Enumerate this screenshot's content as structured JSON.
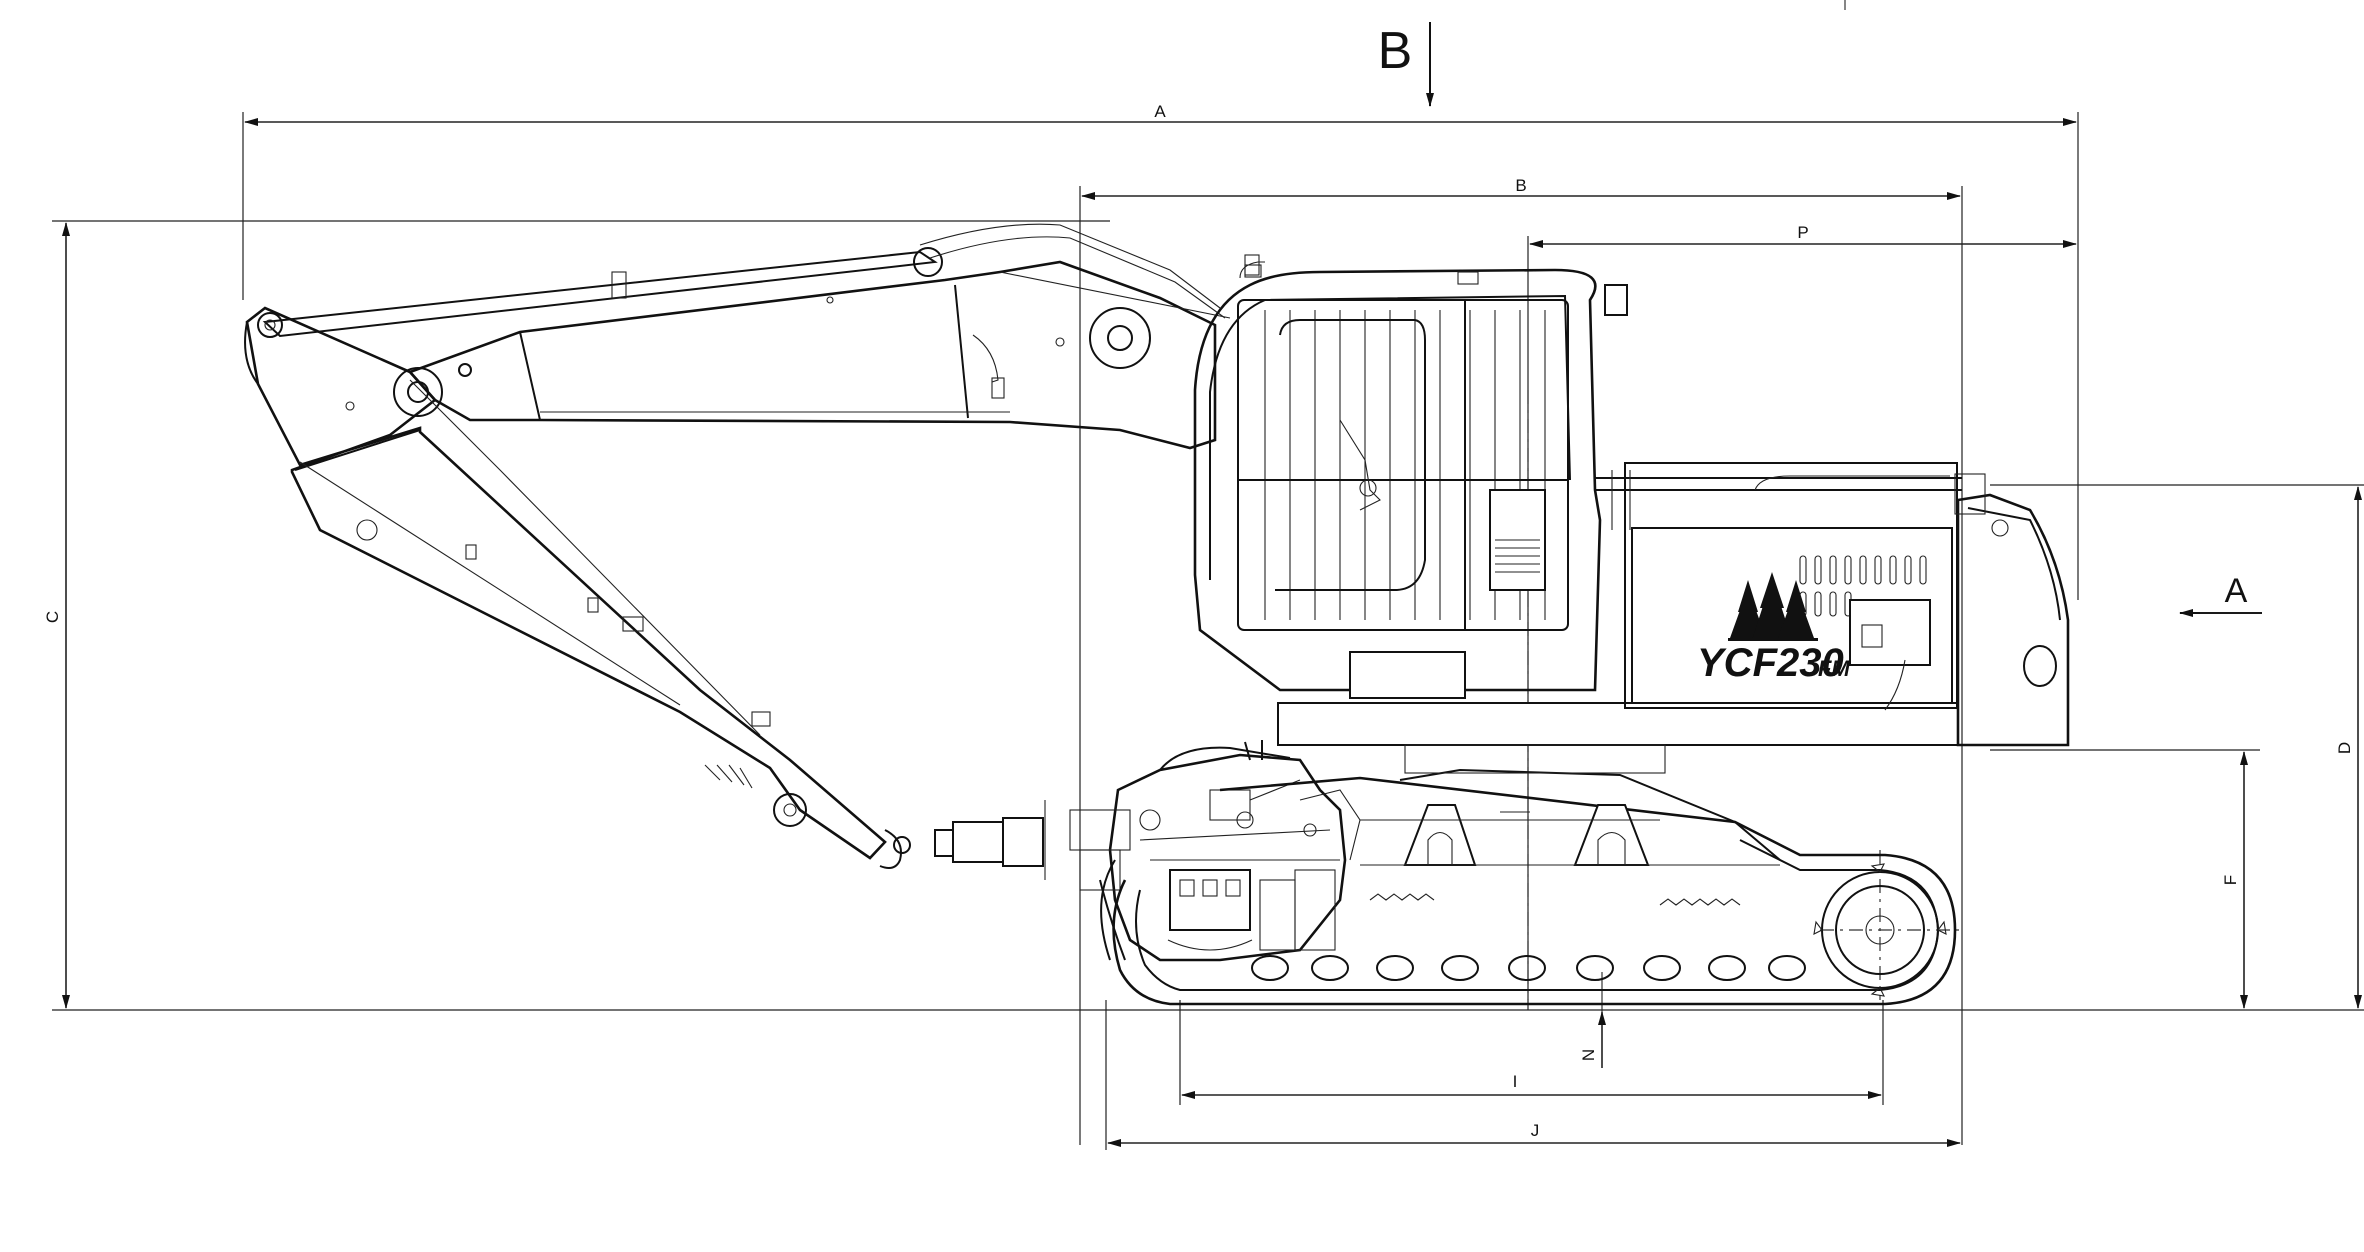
{
  "view_labels": {
    "top_view": "B",
    "front_view": "A"
  },
  "model_badge": {
    "main": "YCF230",
    "suffix": "FM",
    "logo": "pine-trees-logo"
  },
  "dimension_labels": {
    "overall_length": "A",
    "cab_to_rear": "B",
    "overall_height": "C",
    "counterweight_height": "D",
    "clearance_height": "F",
    "track_tumbler_distance": "I",
    "track_length": "J",
    "ground_clearance": "N",
    "rear_radius": "P"
  }
}
